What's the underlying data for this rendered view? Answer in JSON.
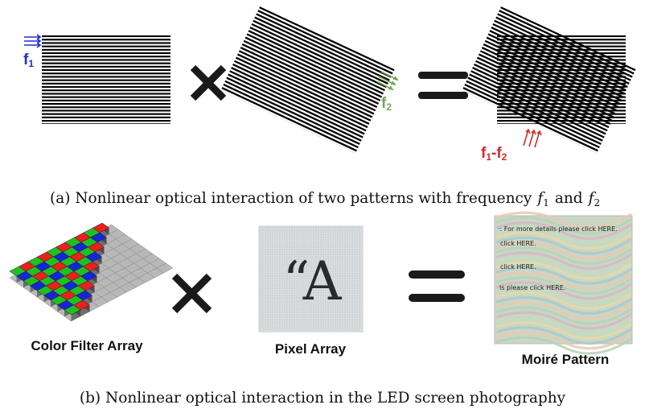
{
  "panel_a": {
    "f1_label": "f",
    "f1_sub": "1",
    "f2_label": "f",
    "f2_sub": "2",
    "diff_label": "f",
    "diff_sub1": "1",
    "diff_dash": "-f",
    "diff_sub2": "2",
    "caption_prefix": "(a) Nonlinear optical interaction of two patterns with frequency",
    "caption_var1": "f",
    "caption_sub1": "1",
    "caption_and": "and",
    "caption_var2": "f",
    "caption_sub2": "2"
  },
  "panel_b": {
    "cfa_label": "Color Filter Array",
    "pixel_label": "Pixel Array",
    "pixel_glyph": "“A",
    "moire_label": "Moiré Pattern",
    "moire_lines": [
      "·: For more details please click HERE.",
      "click HERE.",
      "click HERE.",
      "ls please click HERE."
    ],
    "caption": "(b) Nonlinear optical interaction in the LED screen photography"
  },
  "colors": {
    "f1": "#1f2fcf",
    "f2": "#6fa84f",
    "diff": "#d42a2a",
    "cfa_red": "#e8201f",
    "cfa_green": "#1fc020",
    "cfa_blue": "#1426d8",
    "cfa_gray": "#8c8c8c"
  },
  "icons": [
    "multiply-icon",
    "equals-icon",
    "arrow-icon"
  ]
}
